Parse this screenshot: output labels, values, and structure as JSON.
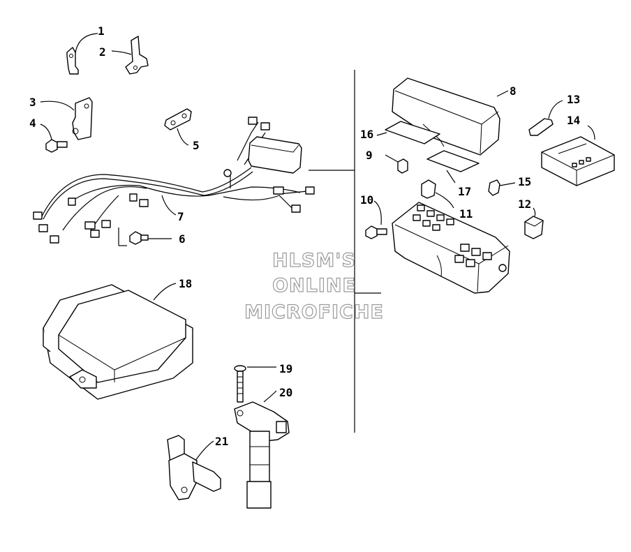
{
  "callouts": [
    "1",
    "2",
    "3",
    "4",
    "5",
    "6",
    "7",
    "8",
    "9",
    "10",
    "11",
    "12",
    "13",
    "14",
    "15",
    "16",
    "17",
    "18",
    "19",
    "20",
    "21"
  ],
  "watermark": {
    "line1": "HLSM'S",
    "line2": "ONLINE",
    "line3": "MICROFICHE"
  }
}
